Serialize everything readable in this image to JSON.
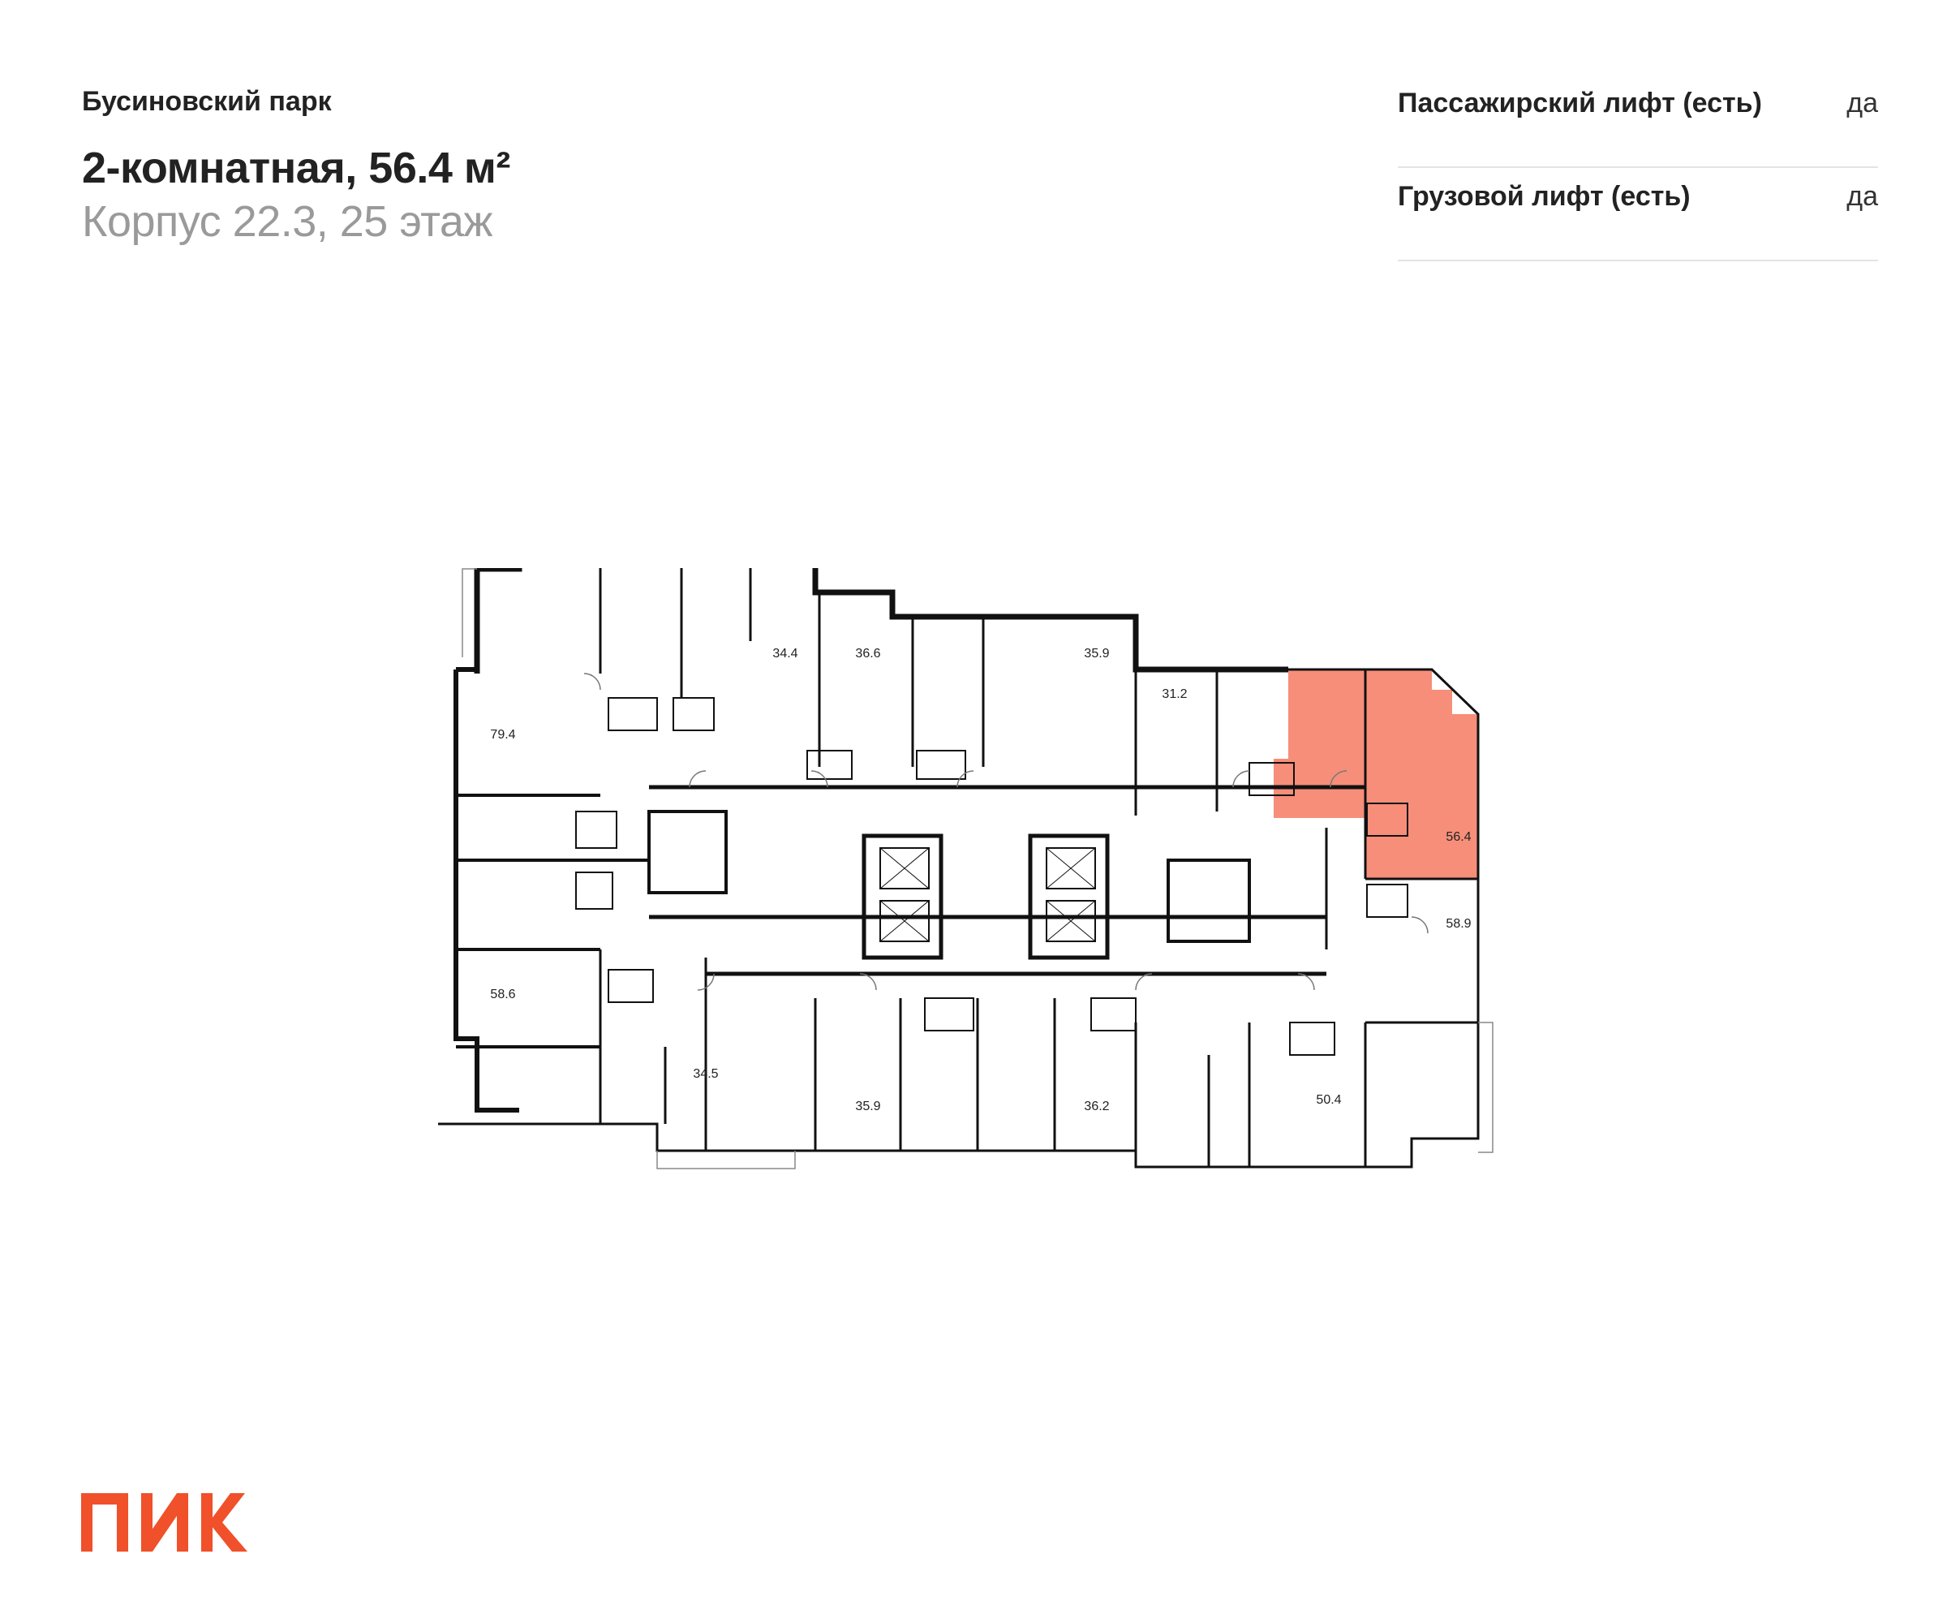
{
  "header": {
    "project": "Бусиновский парк",
    "title": "2-комнатная, 56.4 м²",
    "subtitle": "Корпус 22.3, 25 этаж"
  },
  "specs": [
    {
      "label": "Пассажирский лифт (есть)",
      "value": "да"
    },
    {
      "label": "Грузовой лифт (есть)",
      "value": "да"
    }
  ],
  "floorplan": {
    "highlight_color": "#f47a62",
    "wall_color": "#111111",
    "apartments": [
      {
        "area": "79.4"
      },
      {
        "area": "34.4"
      },
      {
        "area": "36.6"
      },
      {
        "area": "35.9"
      },
      {
        "area": "31.2"
      },
      {
        "area": "56.4",
        "selected": true
      },
      {
        "area": "58.9"
      },
      {
        "area": "58.6"
      },
      {
        "area": "34.5"
      },
      {
        "area": "35.9"
      },
      {
        "area": "36.2"
      },
      {
        "area": "50.4"
      }
    ]
  },
  "brand": {
    "logo_text": "ПИК",
    "color": "#f0502a"
  }
}
